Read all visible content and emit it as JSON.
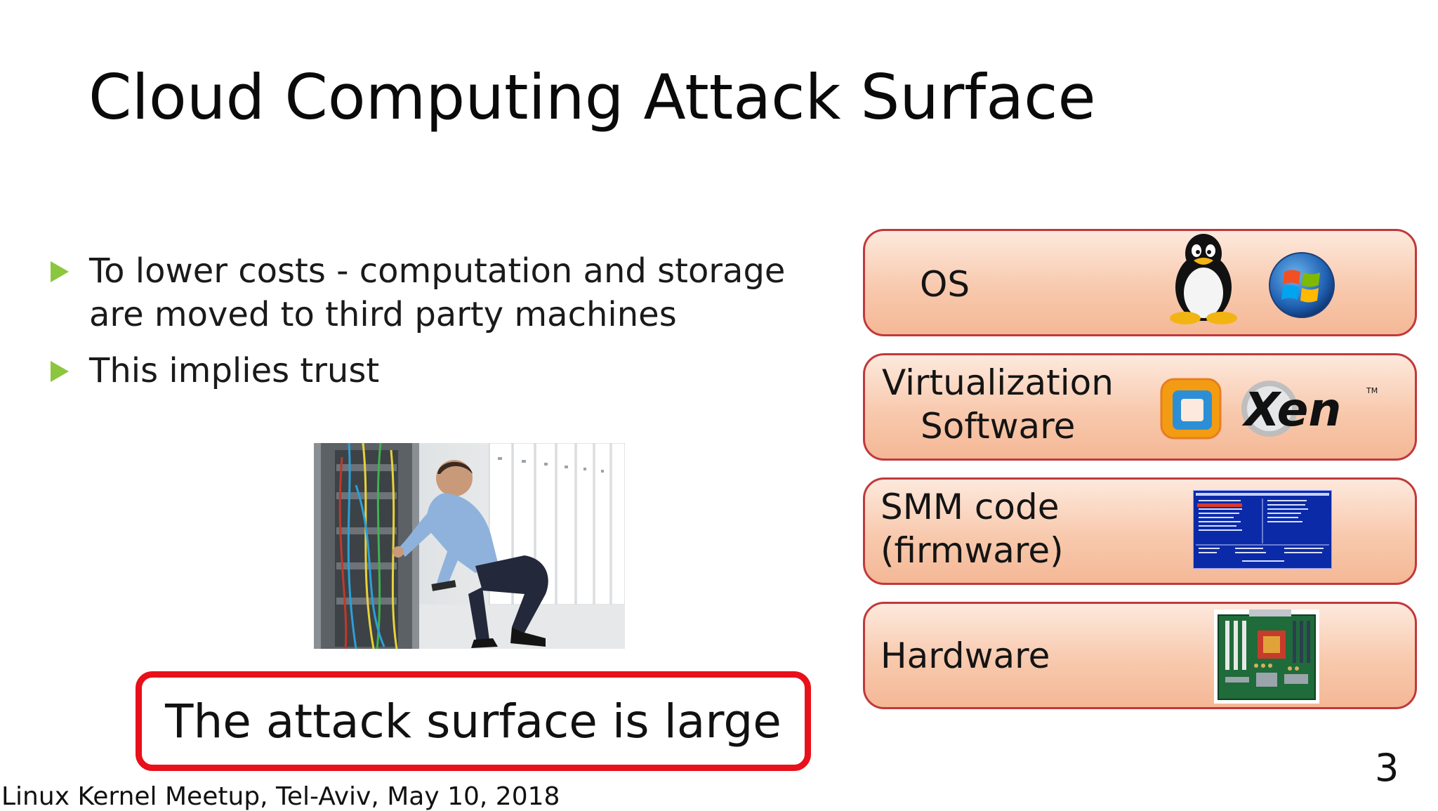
{
  "slide": {
    "title": "Cloud Computing Attack Surface",
    "bullets": [
      {
        "line1": "To lower costs - computation and storage",
        "line2": "are moved to third party machines"
      },
      {
        "line1": "This implies trust"
      }
    ],
    "callout": "The attack surface is large",
    "page_number": "3",
    "footer": "Linux Kernel Meetup, Tel-Aviv, May 10, 2018"
  },
  "layers": [
    {
      "line1": "OS",
      "logos": [
        "tux-penguin-icon",
        "windows-logo-icon"
      ]
    },
    {
      "line1": "Virtualization",
      "line2": "Software",
      "logos": [
        "vmware-logo-icon",
        "xen-logo"
      ],
      "xen_text": "Xen",
      "xen_tm": "TM"
    },
    {
      "line1": "SMM code",
      "line2": "(firmware)",
      "logos": [
        "bios-setup-screen-image"
      ]
    },
    {
      "line1": "Hardware",
      "logos": [
        "motherboard-image"
      ]
    }
  ],
  "colors": {
    "bullet_marker": "#8cc63f",
    "callout_border": "#e8101a",
    "layer_border": "#c0393b",
    "layer_fill_top": "#fde9dd",
    "layer_fill_bottom": "#f4b896",
    "bios_blue": "#0b2aa8"
  }
}
